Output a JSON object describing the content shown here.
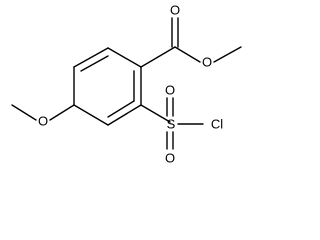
{
  "atoms": {
    "carbonyl_oxygen": "O",
    "ester_oxygen": "O",
    "methoxy_oxygen": "O",
    "sulfur": "S",
    "sulfonyl_oxygen_left": "O",
    "sulfonyl_oxygen_right": "O",
    "chlorine": "Cl"
  }
}
